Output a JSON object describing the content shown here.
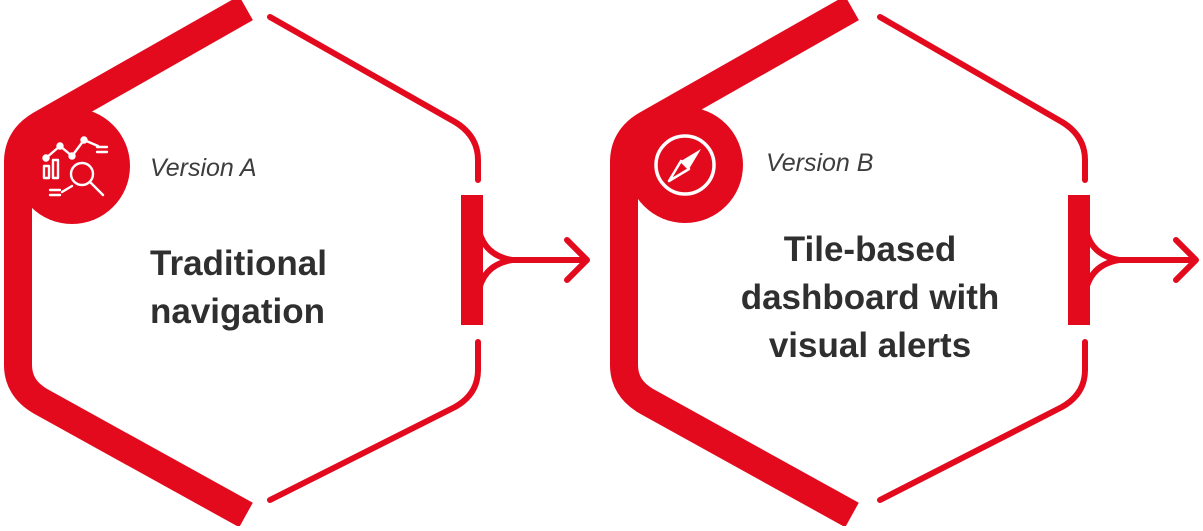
{
  "colors": {
    "accent": "#e30a1e",
    "text": "#2f2f2f",
    "label": "#3d3d3d",
    "background": "#ffffff"
  },
  "steps": [
    {
      "label": "Version A",
      "title_lines": [
        "Traditional",
        "navigation"
      ],
      "icon": "analytics-magnifier-icon"
    },
    {
      "label": "Version B",
      "title_lines": [
        "Tile-based",
        "dashboard with",
        "visual alerts"
      ],
      "icon": "compass-icon"
    }
  ]
}
